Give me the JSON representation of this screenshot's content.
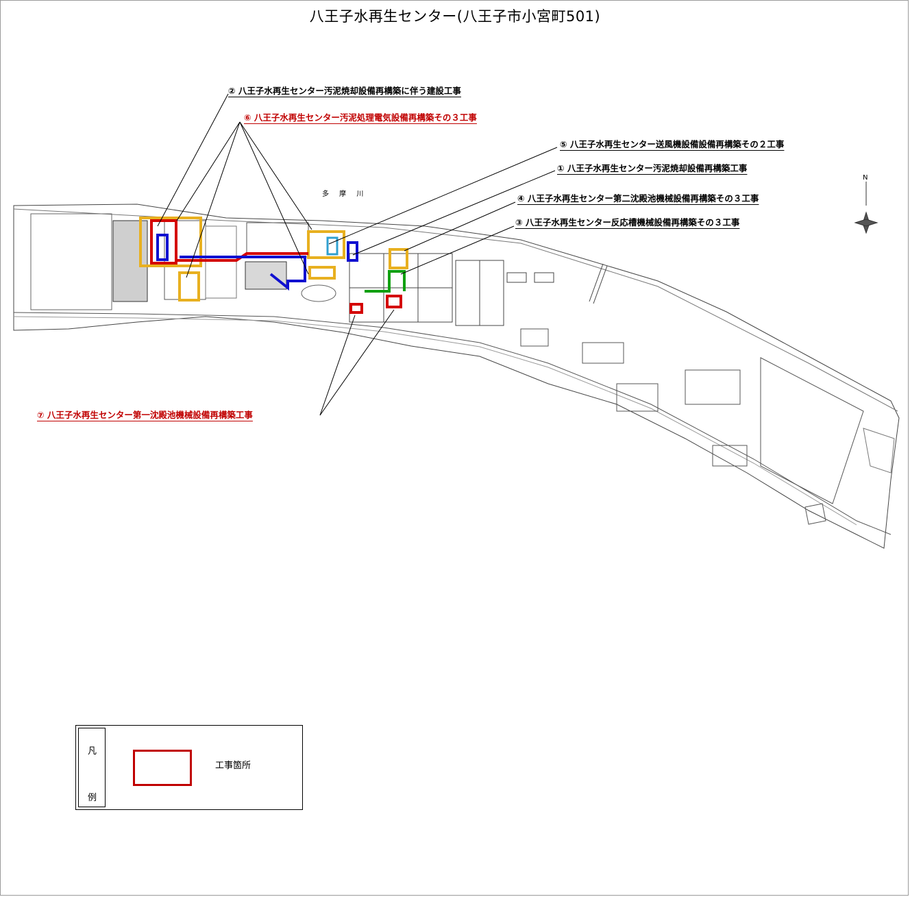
{
  "title": "八王子水再生センター(八王子市小宮町501)",
  "colors": {
    "red": "#d40000",
    "blue": "#1010d0",
    "orange": "#e8b020",
    "green": "#10a010",
    "cyan": "#30a0d0"
  },
  "projects": [
    {
      "label": "②  八王子水再生センター汚泥焼却設備再構築に伴う建設工事",
      "color": "black"
    },
    {
      "label": "⑥  八王子水再生センター汚泥処理電気設備再構築その３工事",
      "color": "red"
    },
    {
      "label": "⑤  八王子水再生センター送風機設備設備再構築その２工事",
      "color": "black"
    },
    {
      "label": "①  八王子水再生センター汚泥焼却設備再構築工事",
      "color": "black"
    },
    {
      "label": "④  八王子水再生センター第二沈殿池機械設備再構築その３工事",
      "color": "black"
    },
    {
      "label": "③  八王子水再生センター反応槽機械設備再構築その３工事",
      "color": "black"
    },
    {
      "label": "⑦  八王子水再生センター第一沈殿池機械設備再構築工事",
      "color": "red"
    }
  ],
  "map": {
    "river": "多 摩 川",
    "compass_north": "N"
  },
  "legend": {
    "heading_top": "凡",
    "heading_bottom": "例",
    "item_label": "工事箇所"
  }
}
